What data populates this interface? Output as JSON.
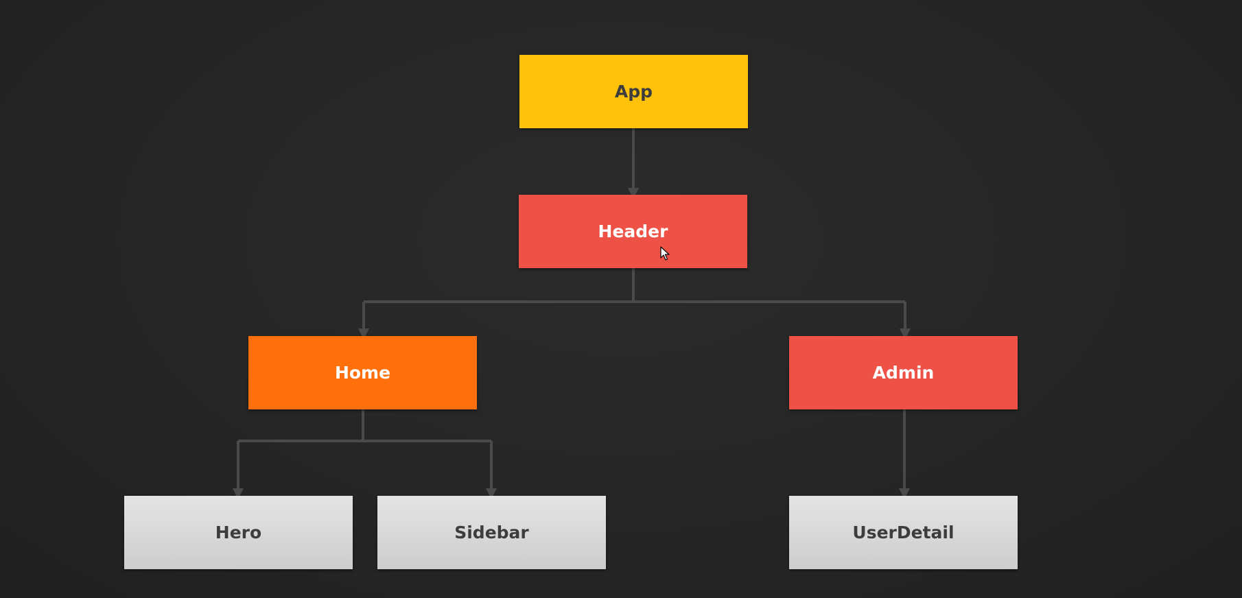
{
  "diagram": {
    "nodes": {
      "app": {
        "label": "App",
        "color": "#ffc20a"
      },
      "header": {
        "label": "Header",
        "color": "#ee5246"
      },
      "home": {
        "label": "Home",
        "color": "#ff700c"
      },
      "admin": {
        "label": "Admin",
        "color": "#ee5246"
      },
      "hero": {
        "label": "Hero",
        "color": "#d9d9d9"
      },
      "sidebar": {
        "label": "Sidebar",
        "color": "#d9d9d9"
      },
      "userdetail": {
        "label": "UserDetail",
        "color": "#d9d9d9"
      }
    },
    "edges": [
      [
        "app",
        "header"
      ],
      [
        "header",
        "home"
      ],
      [
        "header",
        "admin"
      ],
      [
        "home",
        "hero"
      ],
      [
        "home",
        "sidebar"
      ],
      [
        "admin",
        "userdetail"
      ]
    ],
    "connector_color": "#4a4a4a",
    "cursor_icon": "mouse-pointer-icon"
  }
}
